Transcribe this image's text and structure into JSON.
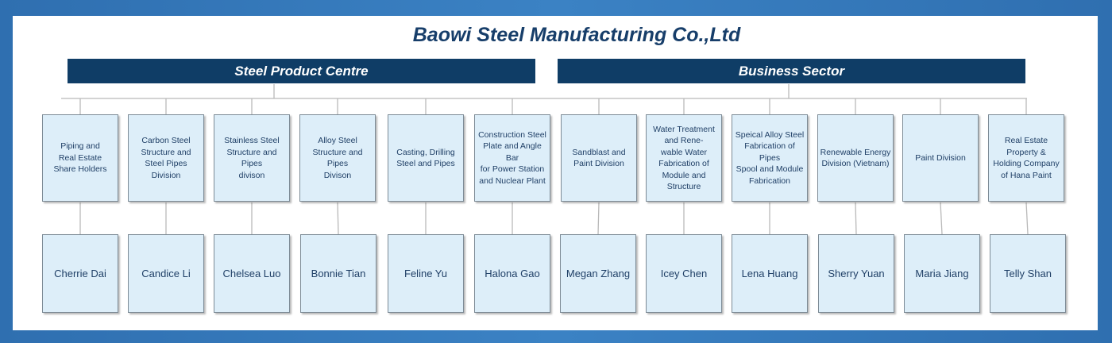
{
  "title": "Baowi Steel Manufacturing Co.,Ltd",
  "sections": {
    "left": "Steel Product Centre",
    "right": "Business Sector"
  },
  "departments": [
    "Piping and\nReal Estate\nShare Holders",
    "Carbon Steel\nStructure and\nSteel Pipes\nDivision",
    "Stainless Steel\nStructure and Pipes\ndivison",
    "Alloy Steel\nStructure and\nPipes\nDivison",
    "Casting, Drilling\nSteel and Pipes",
    "Construction Steel\nPlate and Angle Bar\nfor Power Station\nand Nuclear Plant",
    "Sandblast and\nPaint Division",
    "Water Treatment\nand Rene-\nwable Water\nFabrication of\nModule and\nStructure",
    "Speical Alloy Steel\nFabrication of Pipes\nSpool and Module\nFabrication",
    "Renewable Energy\nDivision (Vietnam)",
    "Paint Division",
    "Real Estate\nProperty &\nHolding Company\nof Hana Paint"
  ],
  "managers": [
    "Cherrie Dai",
    "Candice Li",
    "Chelsea Luo",
    "Bonnie Tian",
    "Feline Yu",
    "Halona Gao",
    "Megan Zhang",
    "Icey Chen",
    "Lena Huang",
    "Sherry Yuan",
    "Maria Jiang",
    "Telly Shan"
  ],
  "colors": {
    "frame": "#2f6fb0",
    "header_bar": "#0f3d66",
    "title_text": "#173e6a",
    "box_fill": "#ddeef9",
    "box_text": "#1f3f66",
    "connector": "#b9b9b9"
  }
}
